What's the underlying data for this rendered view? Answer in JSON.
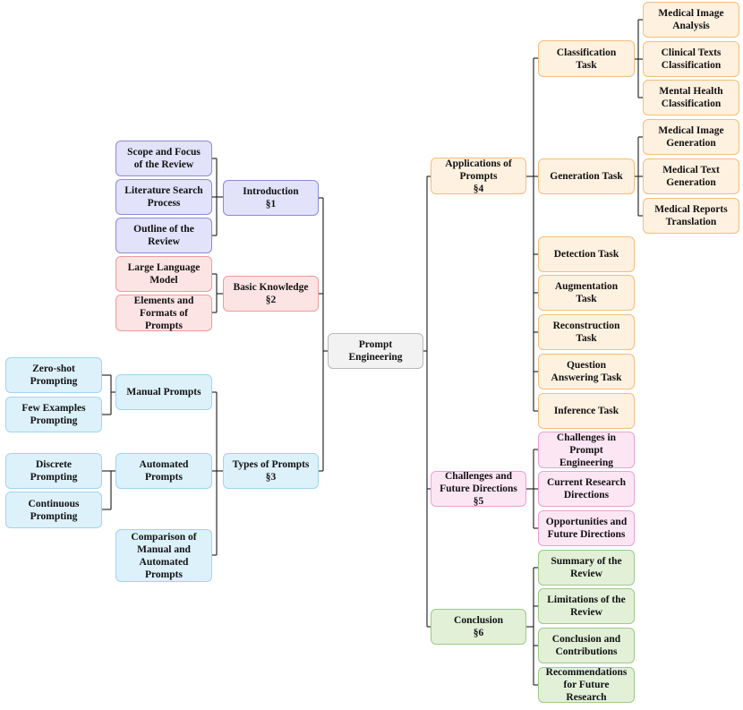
{
  "colors": {
    "root": "#f2f2f2",
    "introduction": "#e2e2fa",
    "basic_knowledge": "#fde4e4",
    "types_of_prompts": "#ddf1fb",
    "applications": "#fff1e0",
    "challenges": "#fde6f4",
    "conclusion": "#e2f0d8"
  },
  "diagram": {
    "root": "Prompt\nEngineering",
    "introduction": {
      "label": "Introduction\n§1",
      "children": [
        "Scope and Focus\nof the Review",
        "Literature Search\nProcess",
        "Outline of the\nReview"
      ]
    },
    "basic_knowledge": {
      "label": "Basic Knowledge\n§2",
      "children": [
        "Large Language\nModel",
        "Elements and\nFormats of\nPrompts"
      ]
    },
    "types_of_prompts": {
      "label": "Types of Prompts\n§3",
      "manual": {
        "label": "Manual Prompts",
        "children": [
          "Zero-shot\nPrompting",
          "Few Examples\nPrompting"
        ]
      },
      "automated": {
        "label": "Automated\nPrompts",
        "children": [
          "Discrete\nPrompting",
          "Continuous\nPrompting"
        ]
      },
      "comparison": "Comparison of\nManual and\nAutomated\nPrompts"
    },
    "applications": {
      "label": "Applications of\nPrompts\n§4",
      "classification": {
        "label": "Classification\nTask",
        "children": [
          "Medical Image\nAnalysis",
          "Clinical Texts\nClassification",
          "Mental Health\nClassification"
        ]
      },
      "generation": {
        "label": "Generation Task",
        "children": [
          "Medical Image\nGeneration",
          "Medical Text\nGeneration",
          "Medical Reports\nTranslation"
        ]
      },
      "other_tasks": [
        "Detection Task",
        "Augmentation\nTask",
        "Reconstruction\nTask",
        "Question\nAnswering Task",
        "Inference Task"
      ]
    },
    "challenges": {
      "label": "Challenges and\nFuture Directions\n§5",
      "children": [
        "Challenges in\nPrompt\nEngineering",
        "Current Research\nDirections",
        "Opportunities and\nFuture Directions"
      ]
    },
    "conclusion": {
      "label": "Conclusion\n§6",
      "children": [
        "Summary of the\nReview",
        "Limitations of the\nReview",
        "Conclusion and\nContributions",
        "Recommendations\nfor Future\nResearch"
      ]
    }
  }
}
